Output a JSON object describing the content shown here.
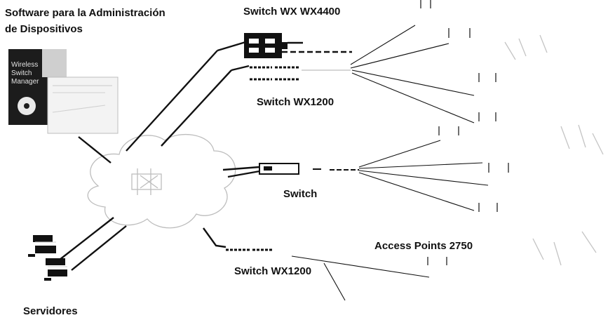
{
  "labels": {
    "software": "Software para la Administración de Dispositivos",
    "software_line1": "Software para la Administración",
    "software_line2": "de Dispositivos",
    "switch_wx4400": "Switch  WX WX4400",
    "switch_wx1200_top": "Switch  WX1200",
    "switch_middle": "Switch",
    "access_points": "Access Points 2750",
    "switch_wx1200_bottom": "Switch WX1200",
    "servers": "Servidores"
  },
  "screen_text": {
    "line1": "Wireless",
    "line2": "Switch",
    "line3": "Manager"
  },
  "colors": {
    "ink": "#111111",
    "faint": "#b9b9b9",
    "screen_bg": "#1c1c1c"
  }
}
